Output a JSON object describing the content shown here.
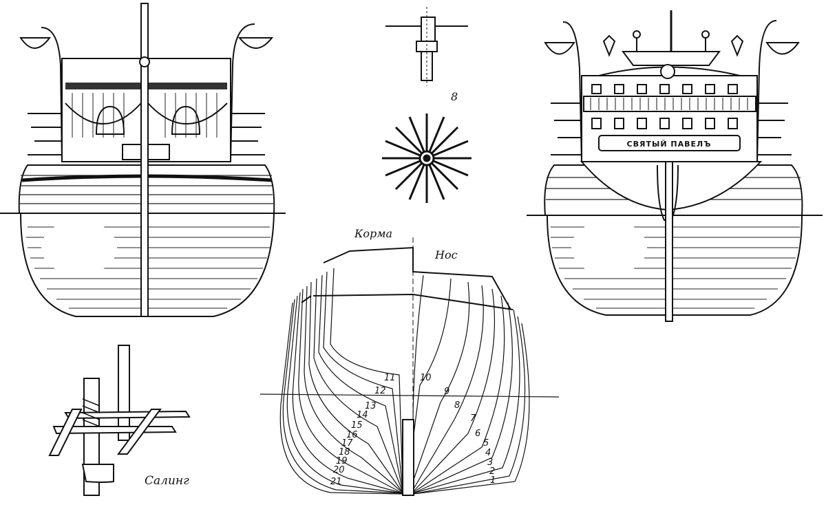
{
  "labels": {
    "stern_top": "Корма",
    "bow_top": "Нос",
    "figure_number": "8",
    "saling": "Салинг",
    "ship_name": "СВЯТЫЙ ПАВЕЛЪ"
  },
  "station_numbers": {
    "aft": [
      "11",
      "12",
      "13",
      "14",
      "15",
      "16",
      "17",
      "18",
      "19",
      "20",
      "21"
    ],
    "fore": [
      "10",
      "9",
      "8",
      "7",
      "6",
      "5",
      "4",
      "3",
      "2",
      "1"
    ]
  },
  "colors": {
    "ink": "#111111",
    "paper": "#ffffff"
  }
}
